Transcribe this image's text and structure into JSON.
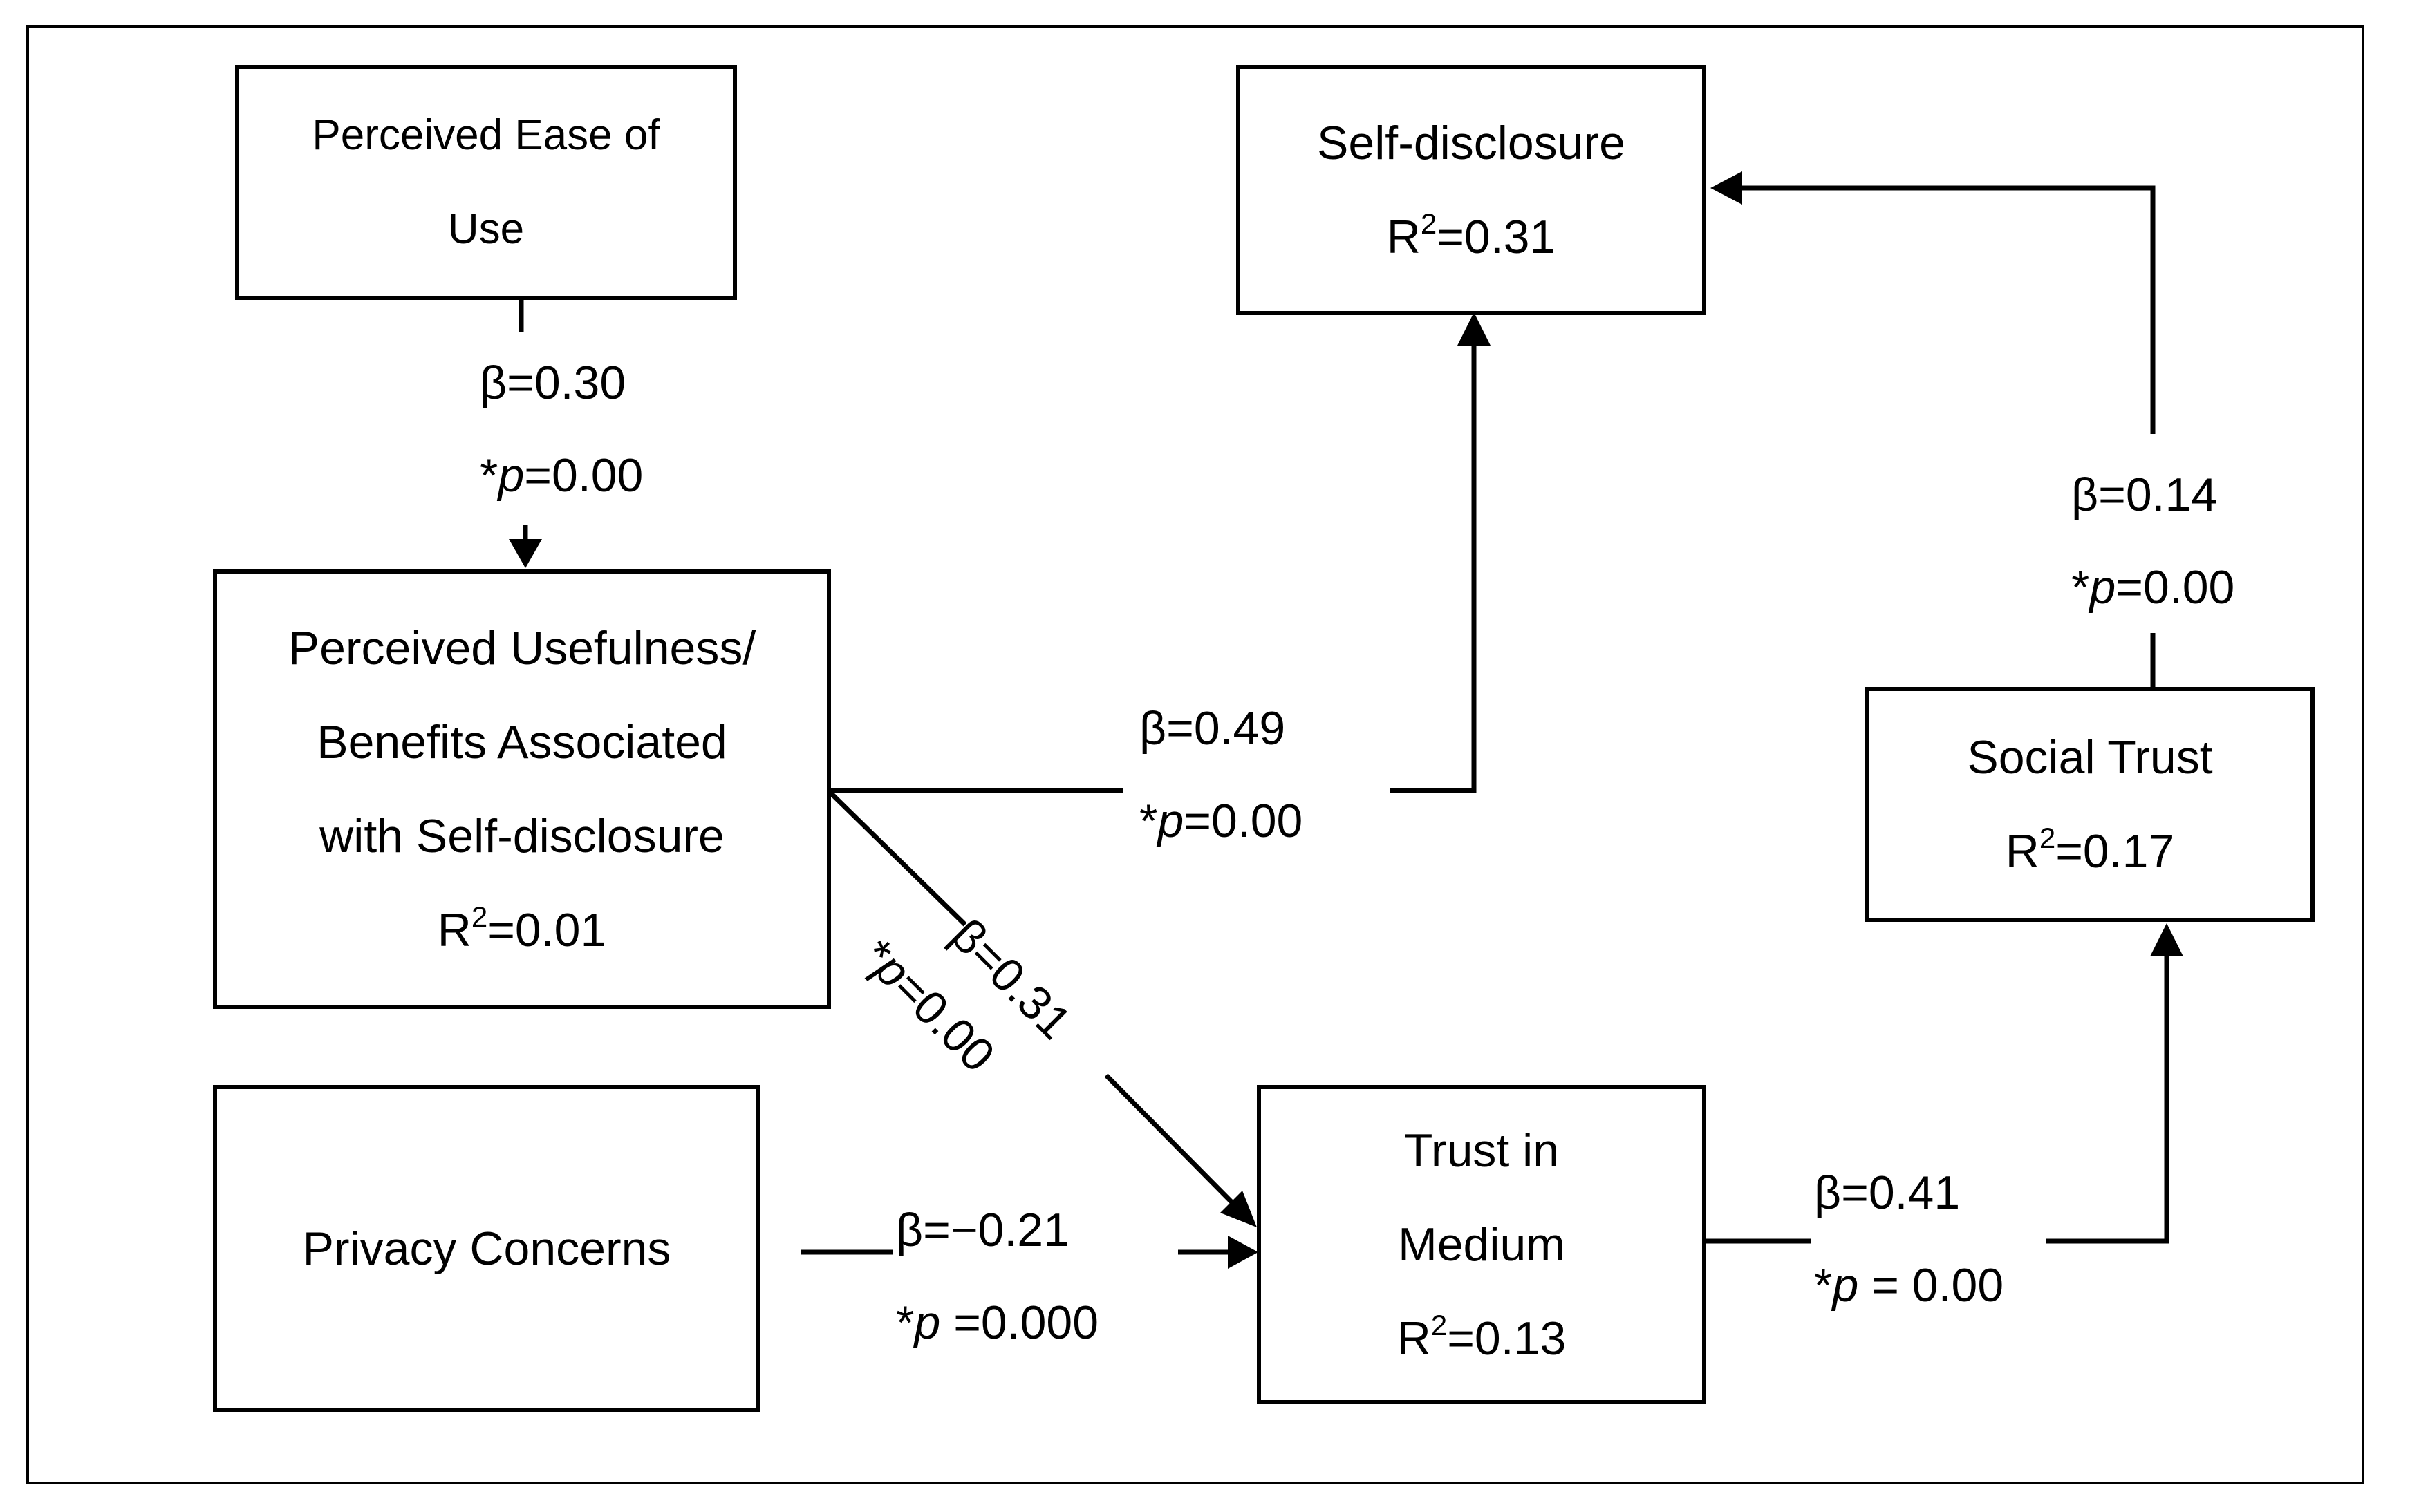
{
  "nodes": {
    "peou": {
      "line1": "Perceived Ease of",
      "line2": "Use"
    },
    "self_disclosure": {
      "title": "Self-disclosure",
      "r2_prefix": "R",
      "r2_sup": "2",
      "r2_value": "=0.31"
    },
    "pu": {
      "line1": "Perceived Usefulness/",
      "line2": "Benefits Associated",
      "line3": "with Self-disclosure",
      "r2_prefix": "R",
      "r2_sup": "2",
      "r2_value": "=0.01"
    },
    "privacy": {
      "title": "Privacy Concerns"
    },
    "trust_medium": {
      "line1": "Trust in",
      "line2": "Medium",
      "r2_prefix": "R",
      "r2_sup": "2",
      "r2_value": "=0.13"
    },
    "social_trust": {
      "title": "Social Trust",
      "r2_prefix": "R",
      "r2_sup": "2",
      "r2_value": "=0.17"
    }
  },
  "edges": {
    "peou_pu": {
      "beta": "β=0.30",
      "p_star": "*",
      "p_var": "p",
      "p_rest": "=0.00"
    },
    "pu_sd": {
      "beta": "β=0.49",
      "p_star": "*",
      "p_var": "p",
      "p_rest": "=0.00"
    },
    "pu_tm": {
      "beta": "β=0.31",
      "p_star": "*",
      "p_var": "p",
      "p_rest": "=0.00"
    },
    "pc_tm": {
      "beta": "β=−0.21",
      "p_star": "*",
      "p_var": "p",
      "p_rest": " =0.000"
    },
    "tm_st": {
      "beta": "β=0.41",
      "p_star": "*",
      "p_var": "p",
      "p_rest": " = 0.00"
    },
    "st_sd": {
      "beta": "β=0.14",
      "p_star": "*",
      "p_var": "p",
      "p_rest": "=0.00"
    }
  }
}
